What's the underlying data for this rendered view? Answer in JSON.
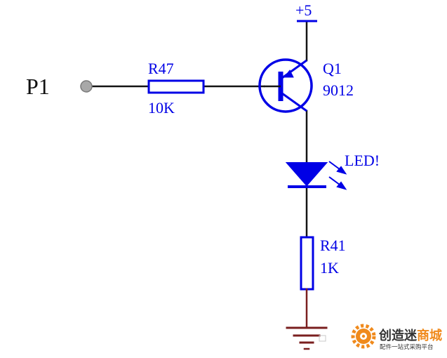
{
  "colors": {
    "wire": "#141414",
    "component": "#0000e6",
    "ground": "#7a1f1f",
    "watermark_orange": "#f08a1c",
    "watermark_dark": "#333333"
  },
  "labels": {
    "vcc": "+5",
    "input_port": "P1",
    "base_resistor_ref": "R47",
    "base_resistor_value": "10K",
    "transistor_ref": "Q1",
    "transistor_part": "9012",
    "led_ref": "LED!",
    "limit_resistor_ref": "R41",
    "limit_resistor_value": "1K"
  },
  "watermark": {
    "brand_part1": "创造迷",
    "brand_part2": "商城",
    "tagline": "配件一站式采购平台",
    "logo_icon": "gear-icon"
  }
}
